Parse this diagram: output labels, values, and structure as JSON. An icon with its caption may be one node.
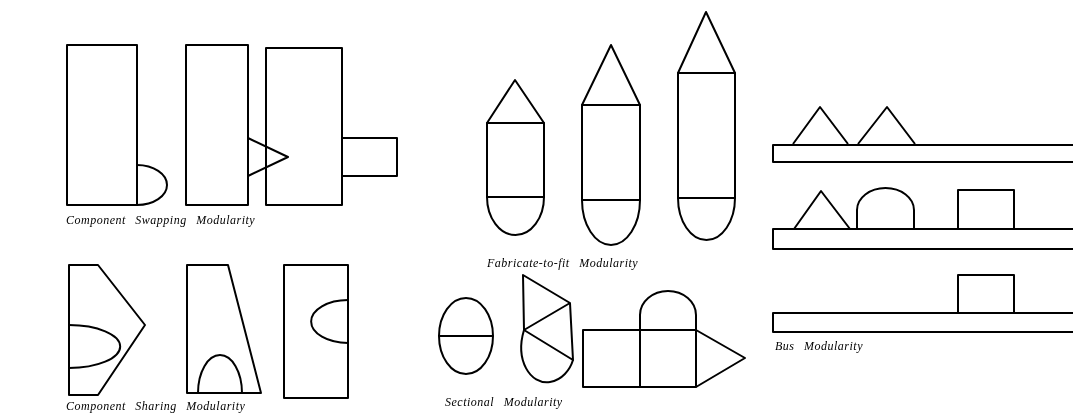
{
  "diagram": {
    "labels": [
      "Component Swapping Modularity",
      "Fabricate-to-fit Modularity",
      "Bus Modularity",
      "Component Sharing Modularity",
      "Sectional Modularity"
    ]
  }
}
